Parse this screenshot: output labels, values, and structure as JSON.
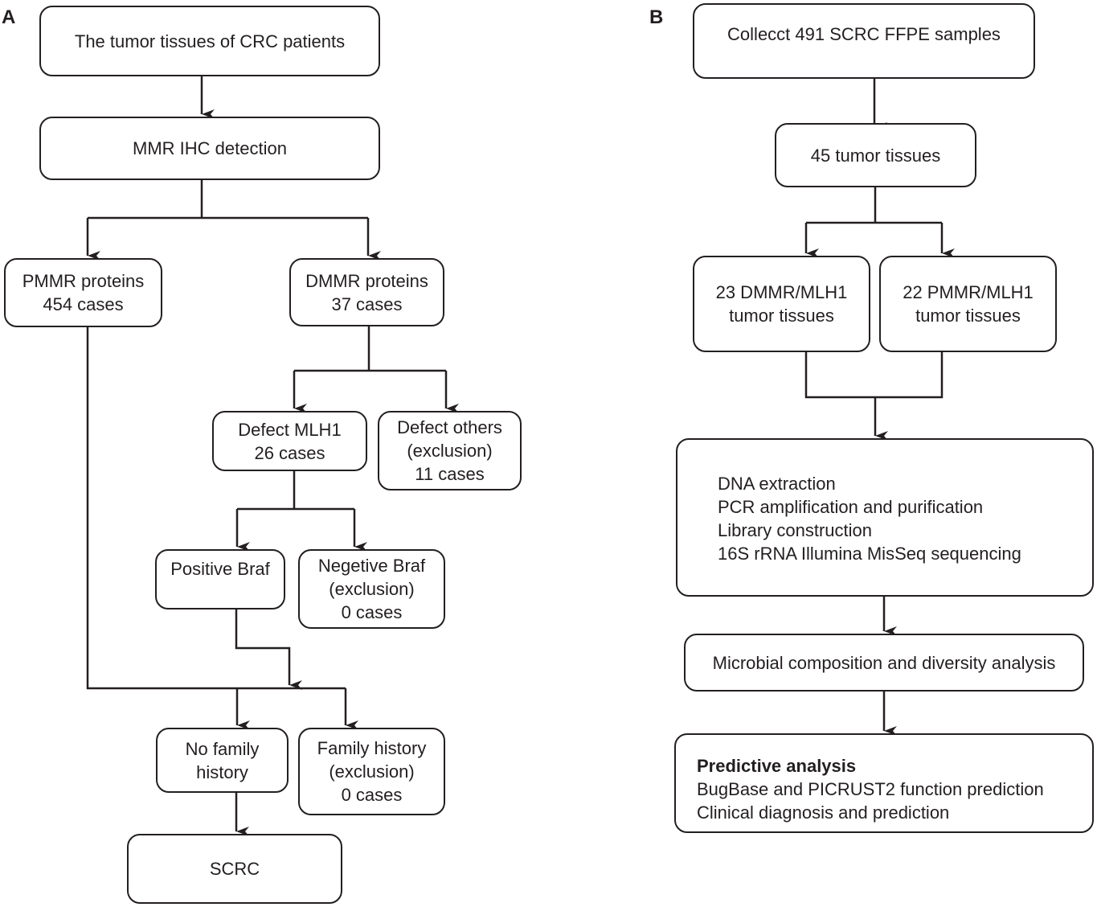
{
  "A": {
    "label": "A",
    "n1": "The tumor tissues of  CRC patients",
    "n2": "MMR IHC detection",
    "n3": [
      "PMMR proteins",
      "454 cases"
    ],
    "n4": [
      "DMMR proteins",
      "37 cases"
    ],
    "n5": [
      "Defect MLH1",
      "26 cases"
    ],
    "n6": [
      "Defect others",
      "(exclusion)",
      "11 cases"
    ],
    "n7": "Positive Braf",
    "n8": [
      "Negetive Braf",
      "(exclusion)",
      "0 cases"
    ],
    "n9": [
      "No family",
      "history"
    ],
    "n10": [
      "Family history",
      "(exclusion)",
      "0 cases"
    ],
    "n11": "SCRC"
  },
  "B": {
    "label": "B",
    "n1": "Collecct 491 SCRC FFPE samples",
    "n2": "45 tumor tissues",
    "n3": [
      "23 DMMR/MLH1",
      "tumor tissues"
    ],
    "n4": [
      "22 PMMR/MLH1",
      "tumor tissues"
    ],
    "n5": [
      "DNA extraction",
      "PCR amplification and purification",
      "Library construction",
      "16S rRNA Illumina MisSeq sequencing"
    ],
    "n6": "Microbial composition and diversity analysis",
    "n7": {
      "title": "Predictive analysis",
      "lines": [
        "BugBase and PICRUST2 function prediction",
        "Clinical diagnosis and prediction"
      ]
    }
  }
}
